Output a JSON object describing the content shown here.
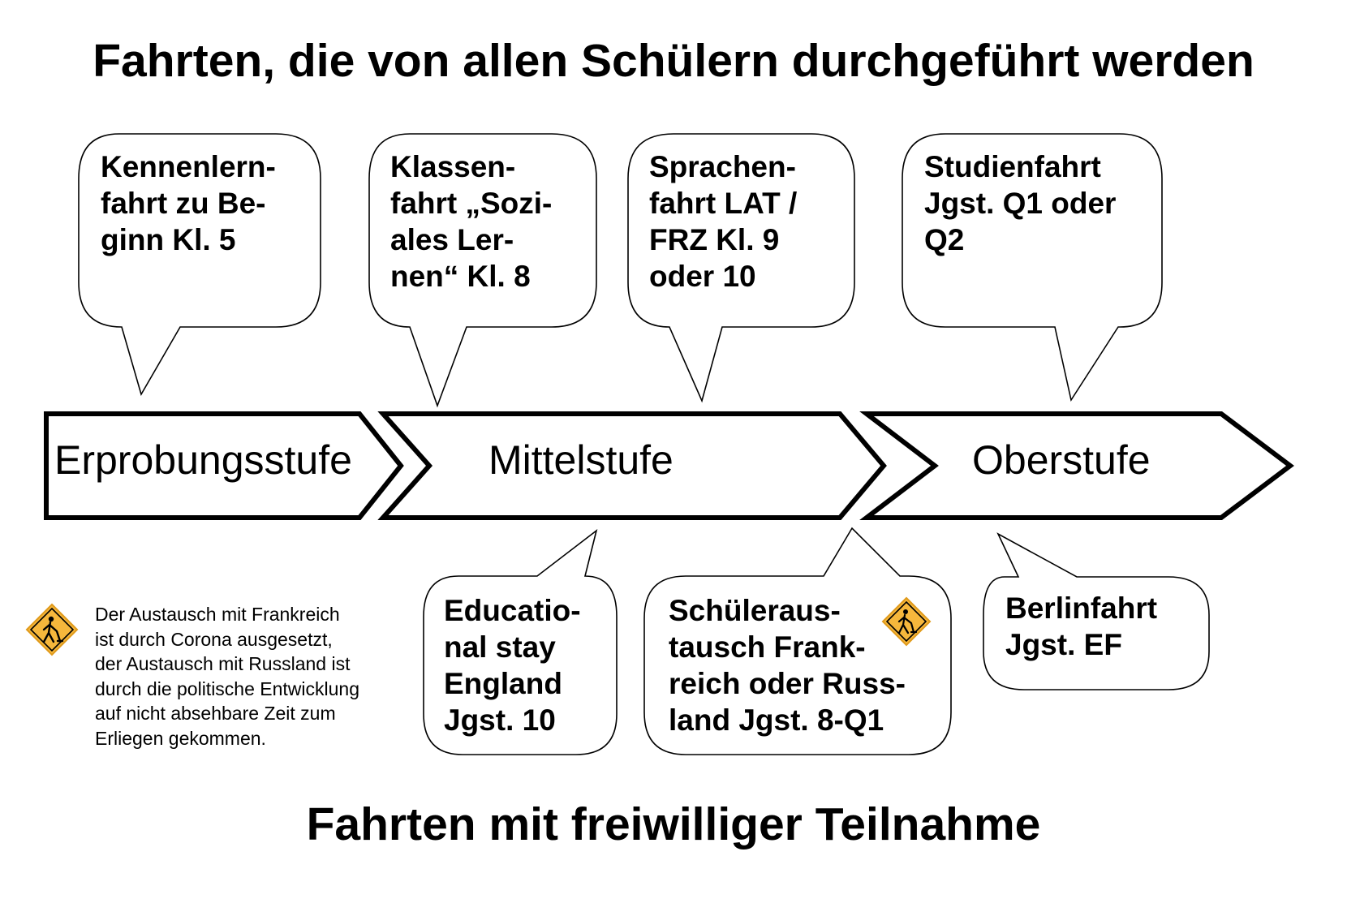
{
  "titles": {
    "top": "Fahrten, die von allen Schülern durchgeführt werden",
    "bottom": "Fahrten mit freiwilliger Teilnahme"
  },
  "stages": [
    {
      "label": "Erprobungsstufe"
    },
    {
      "label": "Mittelstufe"
    },
    {
      "label": "Oberstufe"
    }
  ],
  "mandatory_trips": [
    {
      "text": "Kennenlern-\nfahrt zu Be-\nginn Kl. 5"
    },
    {
      "text": "Klassen-\nfahrt „Sozi-\nales Ler-\nnen“ Kl. 8"
    },
    {
      "text": "Sprachen-\nfahrt LAT /\nFRZ Kl. 9\noder 10"
    },
    {
      "text": "Studienfahrt\nJgst. Q1 oder\nQ2"
    }
  ],
  "voluntary_trips": [
    {
      "text": "Educatio-\nnal stay\nEngland\nJgst. 10"
    },
    {
      "text": "Schüleraus-\ntausch Frank-\nreich oder Russ-\nland Jgst. 8-Q1",
      "icon": "construction-warning-icon"
    },
    {
      "text": "Berlinfahrt\nJgst. EF"
    }
  ],
  "note": {
    "icon": "construction-warning-icon",
    "text": "Der Austausch mit Frankreich\nist durch Corona ausgesetzt,\nder Austausch mit Russland ist\ndurch die politische Entwicklung\nauf nicht absehbare Zeit zum\nErliegen gekommen."
  },
  "colors": {
    "stroke": "#000000",
    "warning_fill": "#f6b73c",
    "warning_border": "#e09a1a"
  }
}
